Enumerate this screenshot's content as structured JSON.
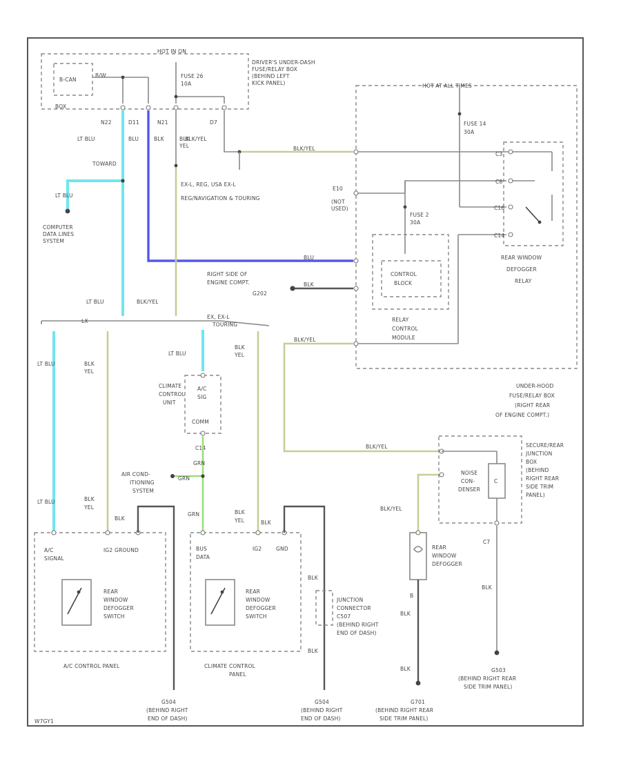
{
  "figure_code": "W7GY1",
  "colors": {
    "lt_blu": "#6fe6ee",
    "blu": "#5555ee",
    "blk_yel": "#c8cc96",
    "grn": "#99e07a",
    "blk": "#555555"
  },
  "labels": {
    "hot_in_on": "HOT IN ON",
    "bsoc_l1": "B-CAN",
    "bsoc_label": "BOX",
    "g_n": "N22",
    "g_o": "D11",
    "g_p": "N21",
    "g_q": "D7",
    "g_fuse": "FUSE 26",
    "g_fuse_amp": "10A",
    "driver_box_l1": "DRIVER'S UNDER-DASH",
    "driver_box_l2": "FUSE/RELAY BOX",
    "driver_box_l3": "(BEHIND LEFT",
    "driver_box_l4": "KICK PANEL)",
    "w_ltblu": "LT BLU",
    "w_blu": "BLU",
    "w_blk": "BLK",
    "w_yel": "YEL",
    "w_blkyel": "BLK/YEL",
    "toward": "TOWARD",
    "computer_l1": "COMPUTER",
    "computer_l2": "DATA LINES",
    "computer_l3": "SYSTEM",
    "ex_l1": "EX-L, REG, USA EX-L",
    "ex_l2": "REG/NAVIGATION & TOURING",
    "hot_at_all": "HOT AT ALL TIMES",
    "fuse14": "FUSE 14",
    "fuse14_amp": "30A",
    "fuse2": "FUSE 2",
    "fuse2_amp": "30A",
    "e10": "E10",
    "not_used_l1": "(NOT",
    "not_used_l2": "USED)",
    "c_r1": "C3",
    "c_r2": "C8",
    "c_r3": "C16",
    "c_r4": "C14",
    "rear_relay_l1": "REAR WINDOW",
    "rear_relay_l2": "DEFOGGER",
    "rear_relay_l3": "RELAY",
    "right_side_l1": "RIGHT SIDE OF",
    "right_side_l2": "ENGINE COMPT.",
    "right_side_g": "G202",
    "control_block_l1": "CONTROL",
    "control_block_l2": "BLOCK",
    "relay_ctrl_l1": "RELAY",
    "relay_ctrl_l2": "CONTROL",
    "relay_ctrl_l3": "MODULE",
    "under_hood_l1": "UNDER-HOOD",
    "under_hood_l2": "FUSE/RELAY BOX",
    "under_hood_l3": "(RIGHT REAR",
    "under_hood_l4": "OF ENGINE COMPT.)",
    "ex_touring_l1": "EX, EX-L",
    "ex_touring_l2": "TOURING",
    "lx": "LX",
    "climate_unit_l1": "CLIMATE",
    "climate_unit_l2": "CONTROL",
    "climate_unit_l3": "UNIT",
    "ac_sig": "A/C",
    "ac_sig2": "SIG",
    "comm": "COMM",
    "grn": "GRN",
    "ac_sys_l1": "AIR COND-",
    "ac_sys_l2": "ITIONING",
    "ac_sys_l3": "SYSTEM",
    "c14": "C14",
    "bsmj_l1": "SECURE/REAR",
    "bsmj_l2": "JUNCTION",
    "bsmj_l3": "BOX",
    "bsmj_l4": "(BEHIND",
    "bsmj_l5": "RIGHT REAR",
    "bsmj_l6": "SIDE TRIM",
    "bsmj_l7": "PANEL)",
    "noise_l1": "NOISE",
    "noise_l2": "CON-",
    "noise_l3": "DENSER",
    "c7": "C7",
    "rear_def_l1": "REAR",
    "rear_def_l2": "WINDOW",
    "rear_def_l3": "DEFOGGER",
    "ac_panel_sig_l1": "A/C",
    "ac_panel_sig_l2": "SIGNAL",
    "ig2_ground": "IG2 GROUND",
    "rwd_switch_l1": "REAR",
    "rwd_switch_l2": "WINDOW",
    "rwd_switch_l3": "DEFOGGER",
    "rwd_switch_l4": "SWITCH",
    "ac_panel": "A/C CONTROL PANEL",
    "bus_data_l1": "BUS",
    "bus_data_l2": "DATA",
    "ig2": "IG2",
    "gnd": "GND",
    "climate_panel_l1": "CLIMATE CONTROL",
    "climate_panel_l2": "PANEL",
    "junction_l1": "JUNCTION",
    "junction_l2": "CONNECTOR",
    "junction_l3": "C507",
    "junction_l4": "(BEHIND RIGHT",
    "junction_l5": "END OF DASH)",
    "g504": "G504",
    "g504_l1": "(BEHIND RIGHT",
    "g504_l2": "END OF DASH)",
    "g701": "G701",
    "g701_l1": "(BEHIND RIGHT REAR",
    "g701_l2": "SIDE TRIM PANEL)",
    "g503": "G503",
    "g503_l1": "(BEHIND RIGHT REAR",
    "g503_l2": "SIDE TRIM PANEL)",
    "pin_b": "B"
  }
}
